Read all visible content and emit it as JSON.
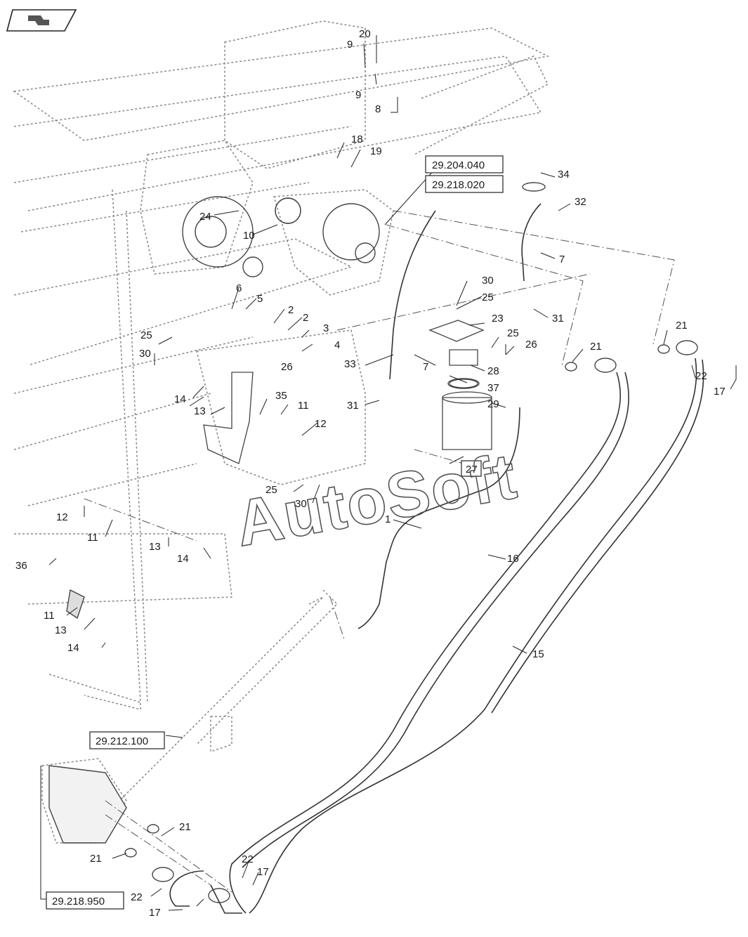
{
  "nav_icon": "return-arrow-icon",
  "watermark": "AutoSoft",
  "refs": {
    "r1": "29.204.040",
    "r2": "29.218.020",
    "r3": "29.212.100",
    "r4": "29.218.950",
    "r5": "27"
  },
  "callouts": [
    "20",
    "9",
    "9",
    "8",
    "18",
    "19",
    "34",
    "32",
    "7",
    "24",
    "10",
    "30",
    "25",
    "31",
    "6",
    "5",
    "2",
    "2",
    "3",
    "23",
    "25",
    "26",
    "4",
    "25",
    "30",
    "33",
    "7",
    "28",
    "26",
    "37",
    "14",
    "35",
    "13",
    "11",
    "31",
    "29",
    "12",
    "21",
    "21",
    "22",
    "17",
    "25",
    "30",
    "12",
    "1",
    "11",
    "13",
    "14",
    "16",
    "36",
    "11",
    "15",
    "13",
    "14",
    "21",
    "21",
    "22",
    "17",
    "22",
    "17"
  ]
}
